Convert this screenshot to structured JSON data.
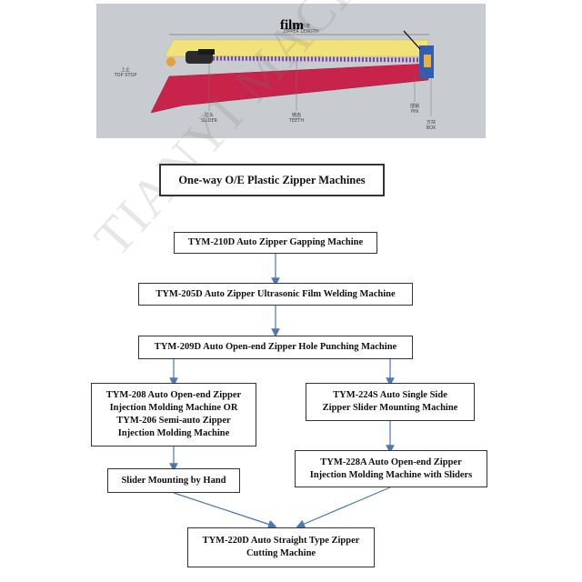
{
  "photo": {
    "length_label_cn": "拉链长度",
    "length_label_en": "ZIPPER LENGTH",
    "film_label": "film",
    "top_stop_cn": "上止",
    "top_stop_en": "TOP STOP",
    "slider_cn": "拉头",
    "slider_en": "SLIDER",
    "teeth_cn": "链齿",
    "teeth_en": "TEETH",
    "pin_cn": "插销",
    "pin_en": "PIN",
    "box_cn": "方块",
    "box_en": "BOX"
  },
  "watermark": "TIANYI MACHINES",
  "title": "One-way O/E Plastic Zipper Machines",
  "steps": {
    "s210": "TYM-210D Auto Zipper Gapping Machine",
    "s205": "TYM-205D Auto Zipper Ultrasonic Film Welding Machine",
    "s209": "TYM-209D Auto Open-end Zipper Hole Punching Machine",
    "s208_lines": [
      "TYM-208 Auto Open-end Zipper",
      "Injection Molding Machine OR",
      "TYM-206 Semi-auto Zipper",
      "Injection Molding Machine"
    ],
    "s224_lines": [
      "TYM-224S Auto Single Side",
      "Zipper Slider Mounting Machine"
    ],
    "hand": "Slider Mounting by Hand",
    "s228_lines": [
      "TYM-228A Auto Open-end Zipper",
      "Injection Molding Machine with Sliders"
    ],
    "s220_lines": [
      "TYM-220D Auto Straight Type Zipper",
      "Cutting Machine"
    ]
  },
  "colors": {
    "yellow_tape": "#f2e27a",
    "red_tape": "#c8234a",
    "film_blue": "#2f5fb0",
    "arrow": "#4a78b8"
  }
}
